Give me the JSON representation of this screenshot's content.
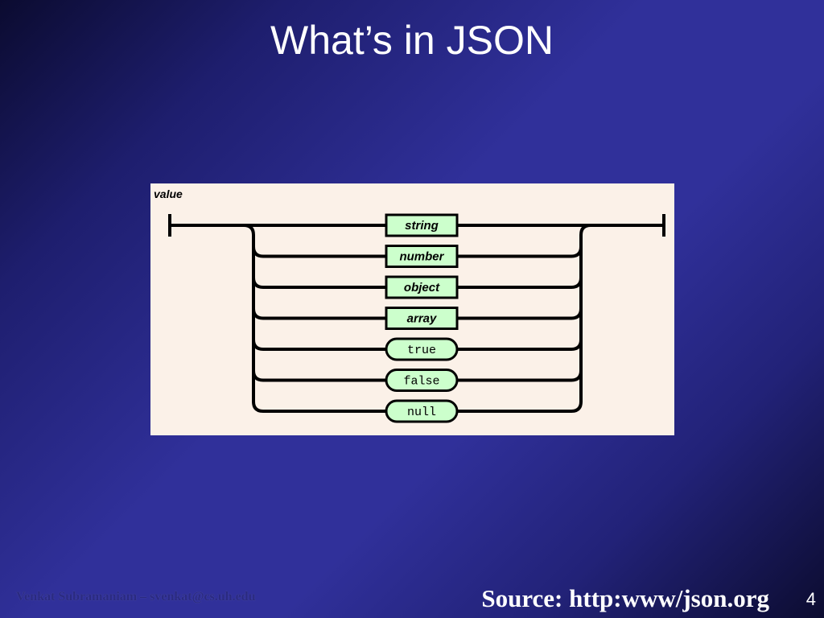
{
  "slide": {
    "title": "What’s in JSON",
    "footer_author": "Venkat Subramaniam – svenkat@cs.uh.edu",
    "source": "Source: http:www/json.org",
    "page_number": "4"
  },
  "diagram": {
    "heading": "value",
    "nodes": [
      {
        "label": "string",
        "style": "bold"
      },
      {
        "label": "number",
        "style": "bold"
      },
      {
        "label": "object",
        "style": "bold"
      },
      {
        "label": "array",
        "style": "bold"
      },
      {
        "label": "true",
        "style": "mono"
      },
      {
        "label": "false",
        "style": "mono"
      },
      {
        "label": "null",
        "style": "mono"
      }
    ],
    "colors": {
      "background": "#fbf1e8",
      "node_fill": "#ccffcc",
      "line": "#000000"
    }
  }
}
